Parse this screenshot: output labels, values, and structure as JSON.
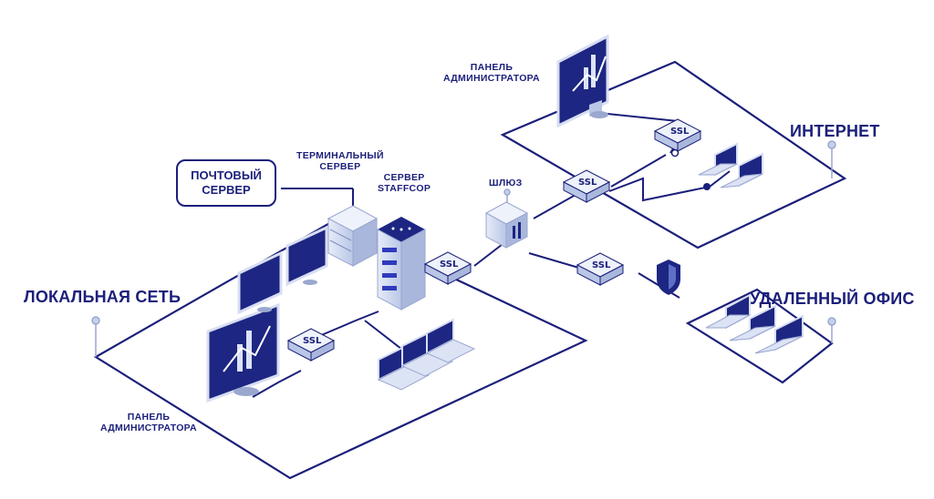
{
  "labels": {
    "local_network": "ЛОКАЛЬНАЯ СЕТЬ",
    "internet": "ИНТЕРНЕТ",
    "remote_office": "УДАЛЕННЫЙ ОФИС",
    "admin_panel_top_1": "ПАНЕЛЬ",
    "admin_panel_top_2": "АДМИНИСТРАТОРА",
    "admin_panel_bottom_1": "ПАНЕЛЬ",
    "admin_panel_bottom_2": "АДМИНИСТРАТОРА",
    "terminal_server_1": "ТЕРМИНАЛЬНЫЙ",
    "terminal_server_2": "СЕРВЕР",
    "staffcop_server_1": "СЕРВЕР",
    "staffcop_server_2": "STAFFCOP",
    "gateway": "ШЛЮЗ",
    "mail_server_1": "ПОЧТОВЫЙ",
    "mail_server_2": "СЕРВЕР"
  },
  "ssl_badge": "SSL",
  "colors": {
    "line": "#1b1f7a",
    "accent": "#2e3bbd",
    "panel": "#eef2fb",
    "screen": "#1d2682"
  }
}
